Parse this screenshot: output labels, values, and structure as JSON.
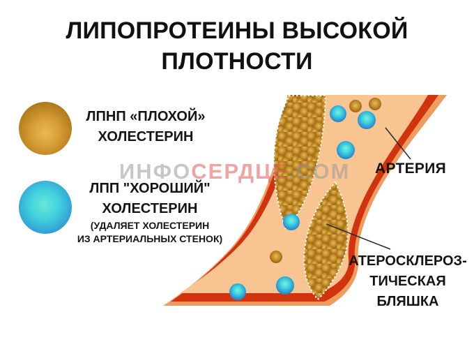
{
  "title": {
    "line1": "ЛИПОПРОТЕИНЫ ВЫСОКОЙ",
    "line2": "ПЛОТНОСТИ"
  },
  "legend": {
    "ldl": {
      "label_line1": "ЛПНП «ПЛОХОЙ»",
      "label_line2": "ХОЛЕСТЕРИН"
    },
    "hdl": {
      "label_line1": "ЛПП \"ХОРОШИЙ\"",
      "label_line2": "ХОЛЕСТЕРИН",
      "note_line1": "(УДАЛЯЕТ ХОЛЕСТЕРИН",
      "note_line2": "ИЗ АРТЕРИАЛЬНЫХ СТЕНОК)"
    }
  },
  "labels": {
    "artery": "АРТЕРИЯ",
    "plaque_line1": "АТЕРОСКЛЕРОЗ-",
    "plaque_line2": "ТИЧЕСКАЯ",
    "plaque_line3": "БЛЯШКА"
  },
  "watermark": {
    "part1": "ИНФО",
    "part2": "СЕРДЦЕ",
    "part3": ".COM"
  },
  "colors": {
    "artery_wall_red": "#d0330e",
    "artery_rim_orange": "#ee9c60",
    "lumen_peach": "#f8c492",
    "plaque_gold": "#c08a28",
    "hdl_blue": "#2f9fd6",
    "ldl_brown": "#b57b1e",
    "watermark_gray": "#cccccc",
    "watermark_red": "#eda3a3",
    "text_black": "#141414"
  }
}
